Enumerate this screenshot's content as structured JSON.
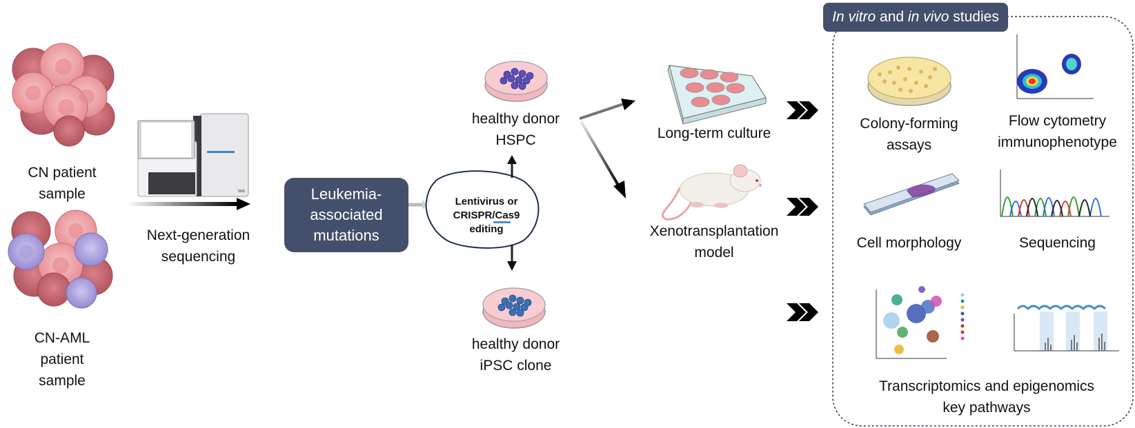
{
  "header": {
    "part1": "In vitro",
    "part2": " and ",
    "part3": "in vivo",
    "part4": " studies"
  },
  "samples": {
    "cn": [
      "CN patient",
      "sample"
    ],
    "cn_aml": [
      "CN-AML",
      "patient",
      "sample"
    ]
  },
  "ngs": [
    "Next-generation",
    "sequencing"
  ],
  "mutations": [
    "Leukemia-",
    "associated",
    "mutations"
  ],
  "editing": [
    "Lentivirus or",
    "CRISPR/Cas9",
    "editing"
  ],
  "donor_hspc": [
    "healthy donor",
    "HSPC"
  ],
  "donor_ipsc": [
    "healthy donor",
    "iPSC clone"
  ],
  "long_term": "Long-term culture",
  "xeno": [
    "Xenotransplantation",
    "model"
  ],
  "studies": {
    "colony": [
      "Colony-forming",
      "assays"
    ],
    "flow": [
      "Flow cytometry",
      "immunophenotype"
    ],
    "morphology": "Cell morphology",
    "sequencing": "Sequencing",
    "omics": [
      "Transcriptomics and epigenomics",
      "key pathways"
    ]
  },
  "colors": {
    "navy": "#44506b",
    "cell_pink": "#f2a0a4",
    "cell_dark": "#c96a72",
    "cell_purple": "#b3a7e0"
  }
}
